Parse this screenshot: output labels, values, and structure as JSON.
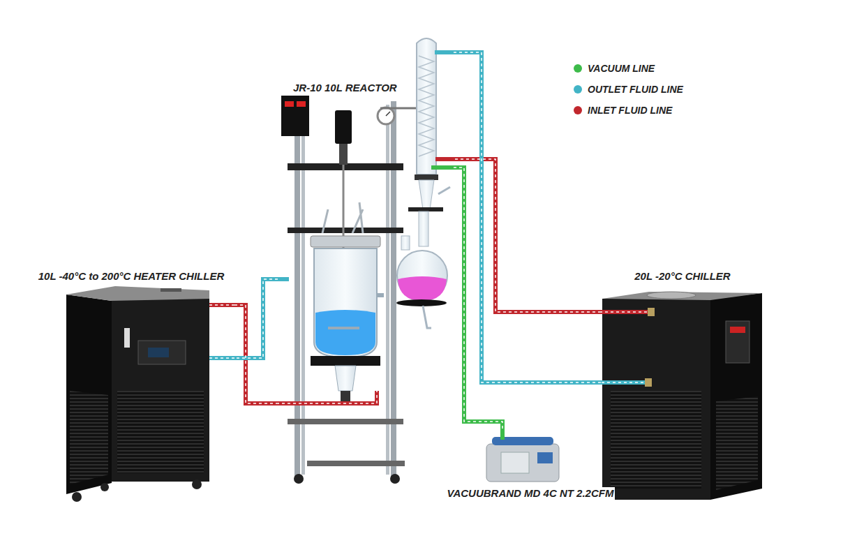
{
  "diagram": {
    "nodes": [
      {
        "text": [
          "JR-10 10L REACTOR"
        ]
      },
      {
        "text": [
          "10L -40°C to 200°C HEATER CHILLER"
        ]
      },
      {
        "text": [
          "20L -20°C CHILLER"
        ]
      },
      {
        "text": [
          "VACUUBRAND MD 4C NT 2.2CFM"
        ]
      }
    ],
    "edges": [
      {
        "from": 1,
        "to": 0,
        "arrow": "none"
      },
      {
        "from": 0,
        "to": 1,
        "arrow": "none"
      },
      {
        "from": 2,
        "to": 0,
        "arrow": "none"
      },
      {
        "from": 0,
        "to": 2,
        "arrow": "none"
      },
      {
        "from": 0,
        "to": 3,
        "arrow": "none"
      }
    ],
    "legend": [
      {
        "text": "VACUUM LINE",
        "color": "#3dbb4a"
      },
      {
        "text": "OUTLET FLUID LINE",
        "color": "#42b4c6"
      },
      {
        "text": "INLET FLUID LINE",
        "color": "#c1272d"
      }
    ]
  }
}
